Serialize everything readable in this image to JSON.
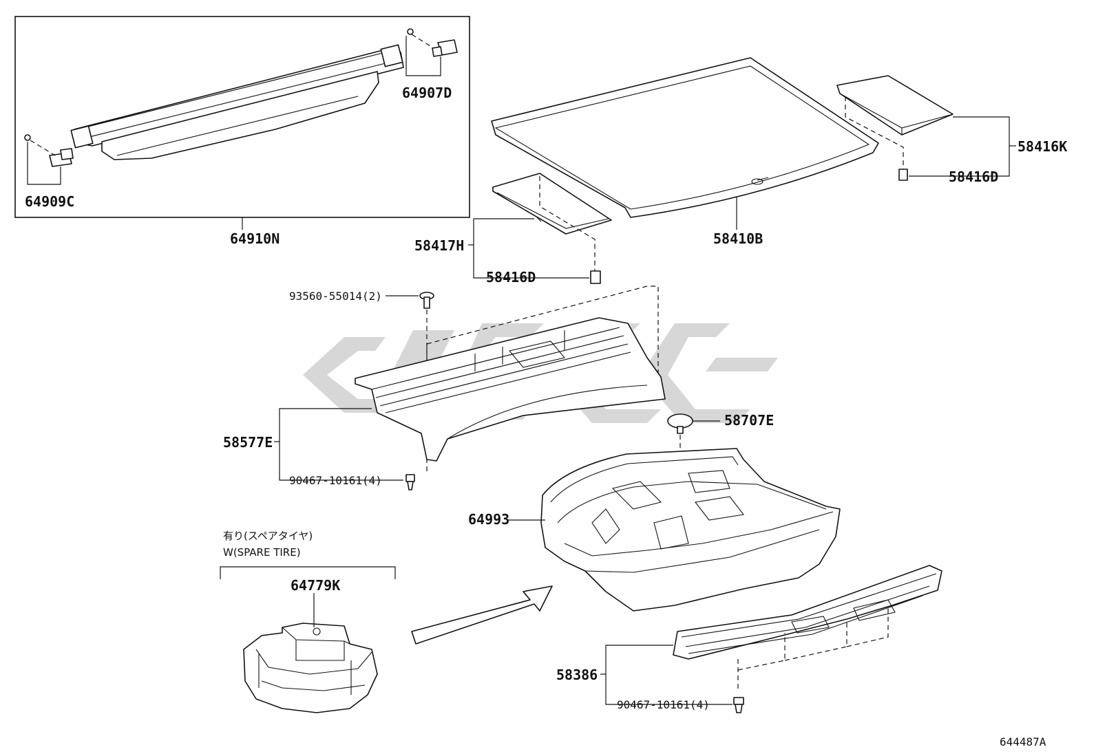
{
  "labels": {
    "p64910N": "64910N",
    "p64907D": "64907D",
    "p64909C": "64909C",
    "p58410B": "58410B",
    "p58416K": "58416K",
    "p58416D_right": "58416D",
    "p58417H": "58417H",
    "p58416D_left": "58416D",
    "p93560": "93560-55014(2)",
    "p58577E": "58577E",
    "p90467_a": "90467-10161(4)",
    "p58707E": "58707E",
    "p64993": "64993",
    "p64779K": "64779K",
    "p58386": "58386",
    "p90467_b": "90467-10161(4)"
  },
  "notes": {
    "variant_jp": "有り(スペアタイヤ)",
    "variant_en": "W(SPARE TIRE)"
  },
  "figure_id": "644487A",
  "icons": {
    "arrow": "direction-arrow-icon",
    "watermark": "brand-watermark-logo"
  },
  "colors": {
    "line": "#111111",
    "watermark": "#c9c9c9"
  }
}
